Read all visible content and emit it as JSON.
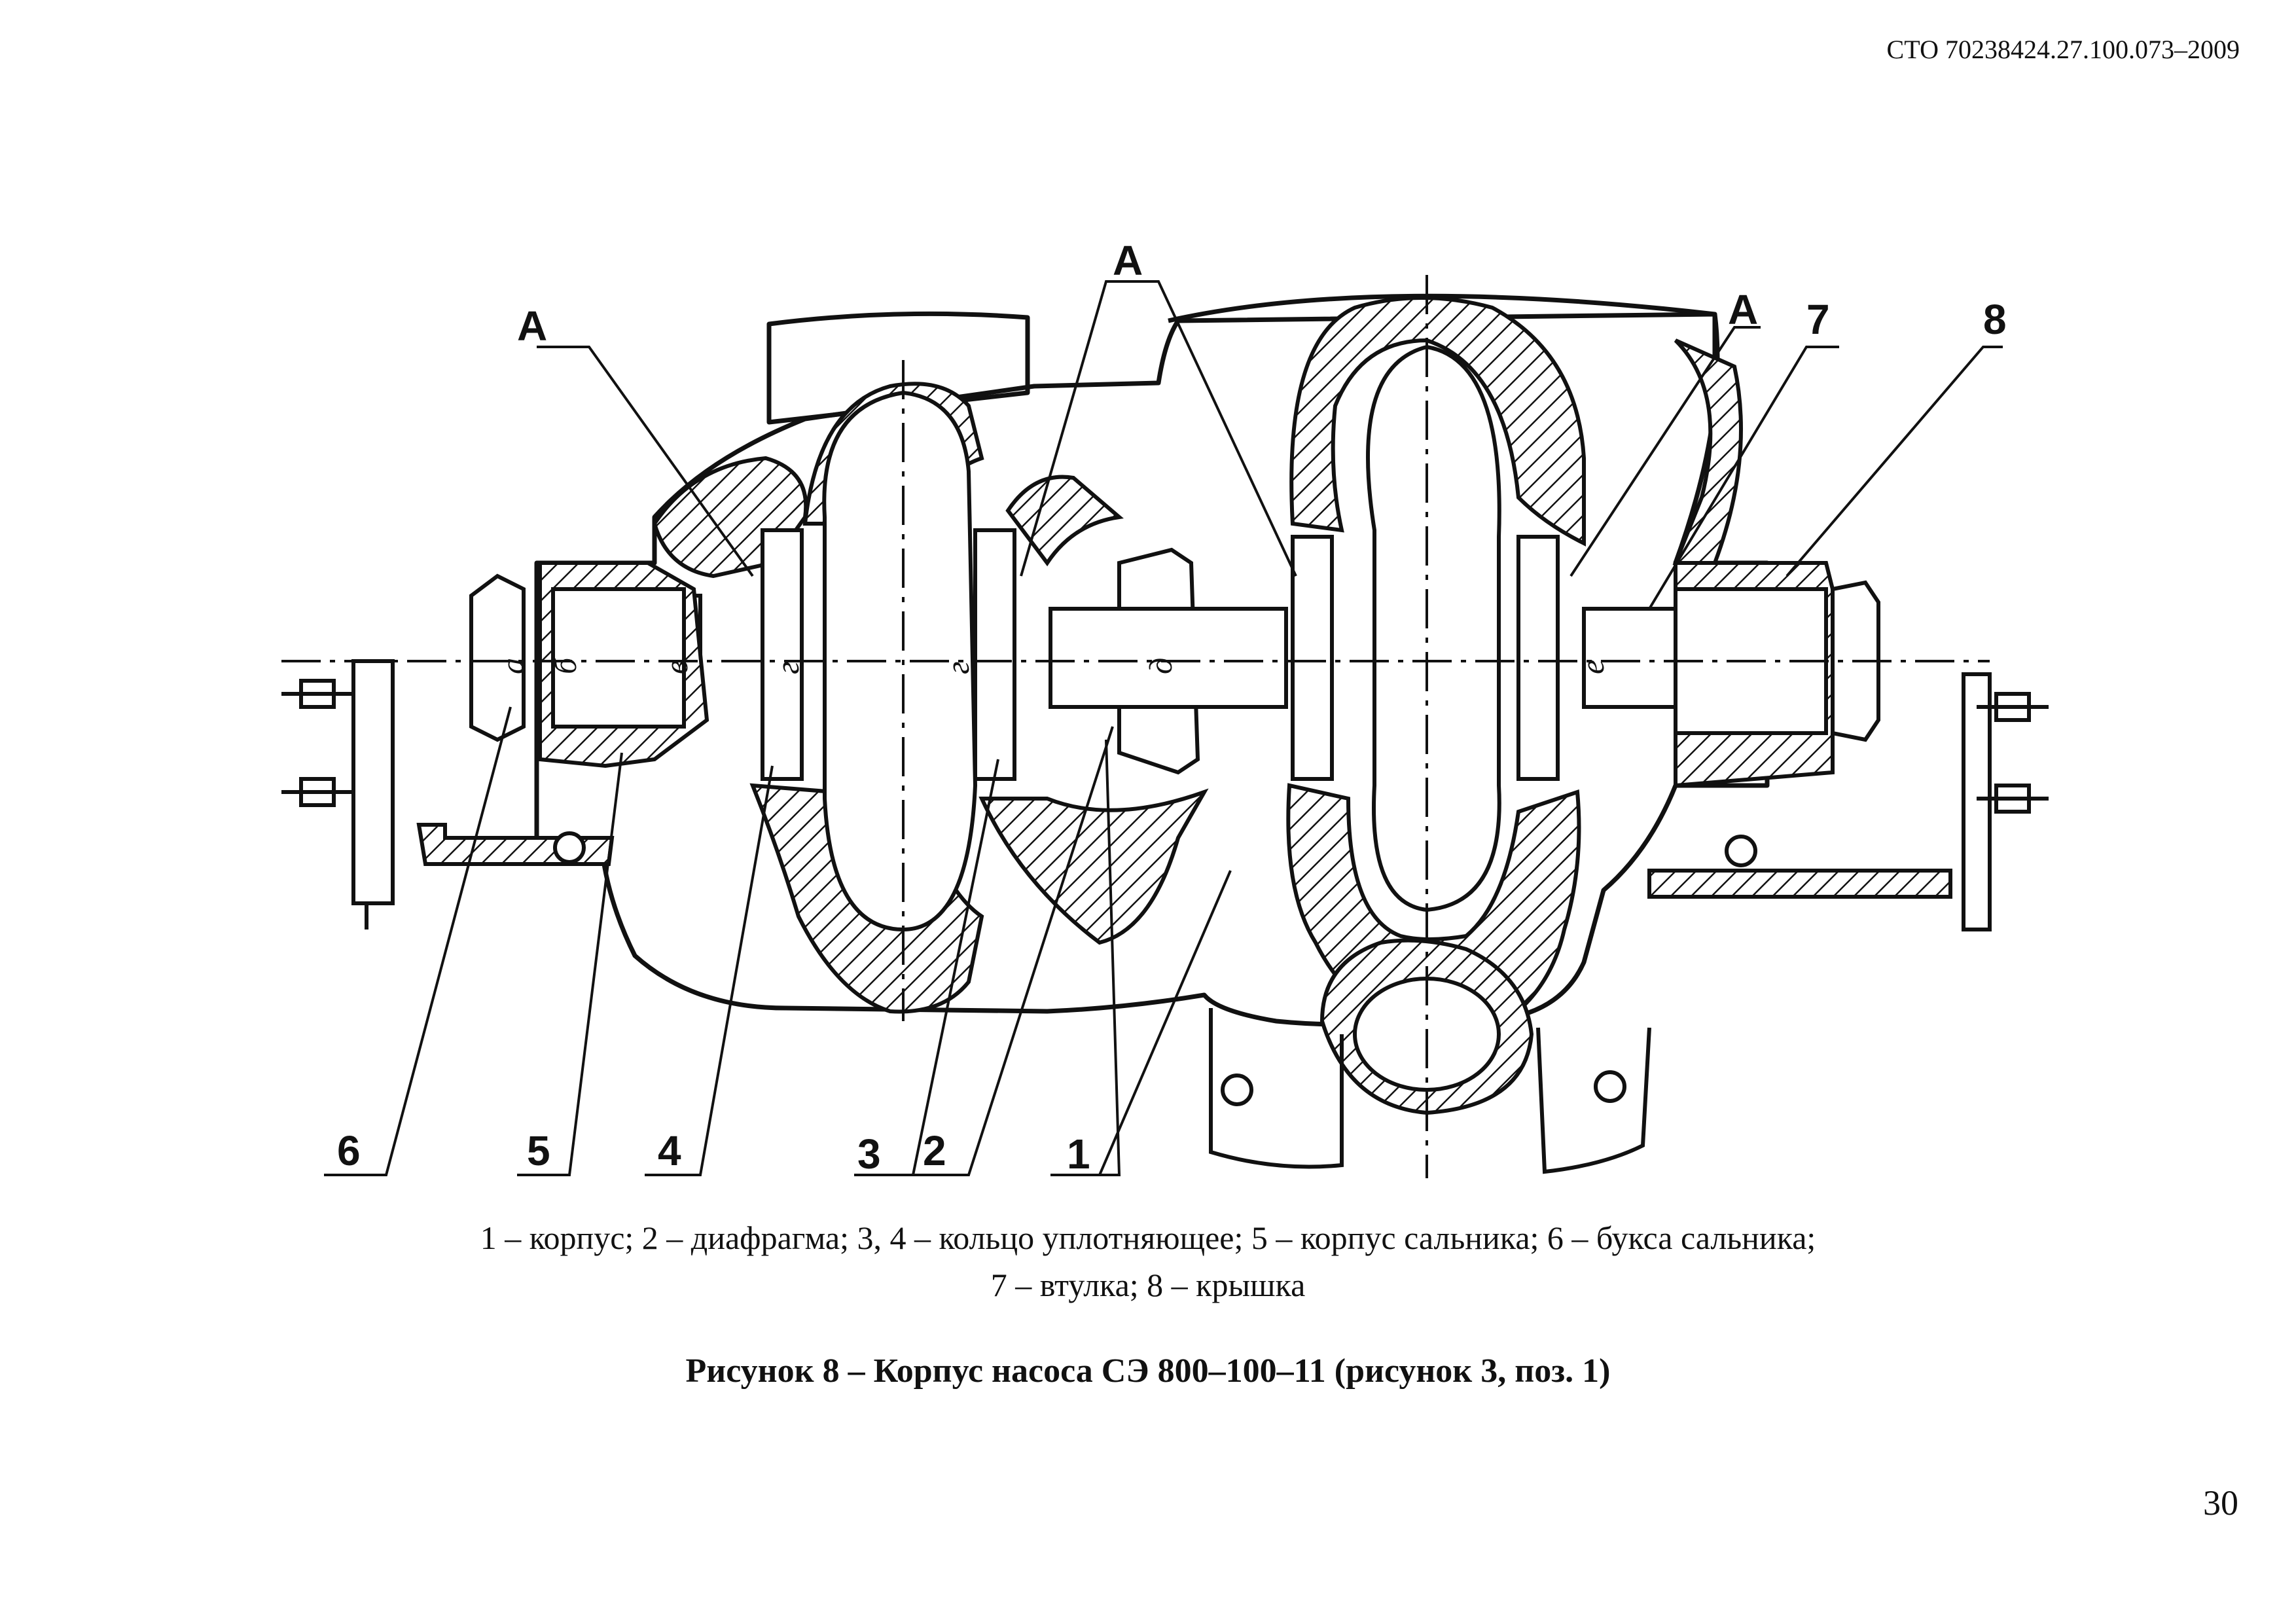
{
  "header": {
    "doc_code": "СТО 70238424.27.100.073–2009"
  },
  "drawing": {
    "labels": {
      "view_a_left": "А",
      "view_a_center": "А",
      "view_a_right": "А",
      "n1": "1",
      "n2": "2",
      "n3": "3",
      "n4": "4",
      "n5": "5",
      "n6": "6",
      "n7": "7",
      "n8": "8"
    },
    "dims": {
      "a": "а",
      "b": "б",
      "v": "в",
      "g1": "г",
      "g2": "г",
      "d": "д",
      "e": "е"
    }
  },
  "caption": {
    "line1": "1 – корпус; 2 – диафрагма; 3, 4 – кольцо уплотняющее; 5 – корпус сальника; 6 – букса сальника;",
    "line2": "7 – втулка; 8 – крышка"
  },
  "figure": {
    "title": "Рисунок 8 – Корпус насоса СЭ 800–100–11 (рисунок 3, поз. 1)"
  },
  "page": {
    "number": "30"
  }
}
